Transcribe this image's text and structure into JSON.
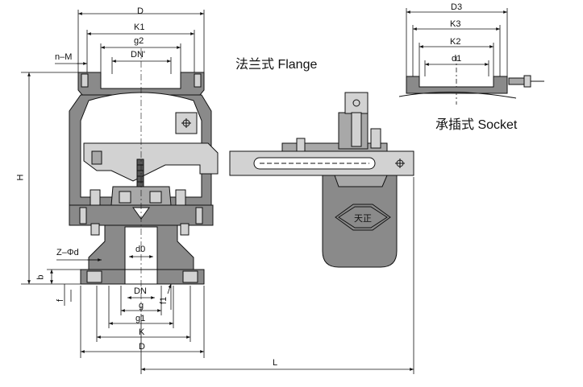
{
  "labels": {
    "D_top": "D",
    "K1": "K1",
    "g2": "g2",
    "DN_prime": "DN'",
    "n_M": "n–M",
    "H": "H",
    "Z_phi_d": "Z–Φd",
    "b": "b",
    "f": "f",
    "d0": "d0",
    "f1": "f1",
    "DN_bottom": "DN",
    "g": "g",
    "g1": "g1",
    "K": "K",
    "D_bottom": "D",
    "L": "L",
    "D3": "D3",
    "K3": "K3",
    "K2": "K2",
    "d1": "d1"
  },
  "captions": {
    "flange": "法兰式 Flange",
    "socket": "承插式 Socket"
  },
  "logo_text": "天正",
  "colors": {
    "body_gray": "#8a8a8a",
    "light_gray": "#d2d2d2",
    "mid_gray": "#a8a8a8",
    "line": "#111111"
  }
}
